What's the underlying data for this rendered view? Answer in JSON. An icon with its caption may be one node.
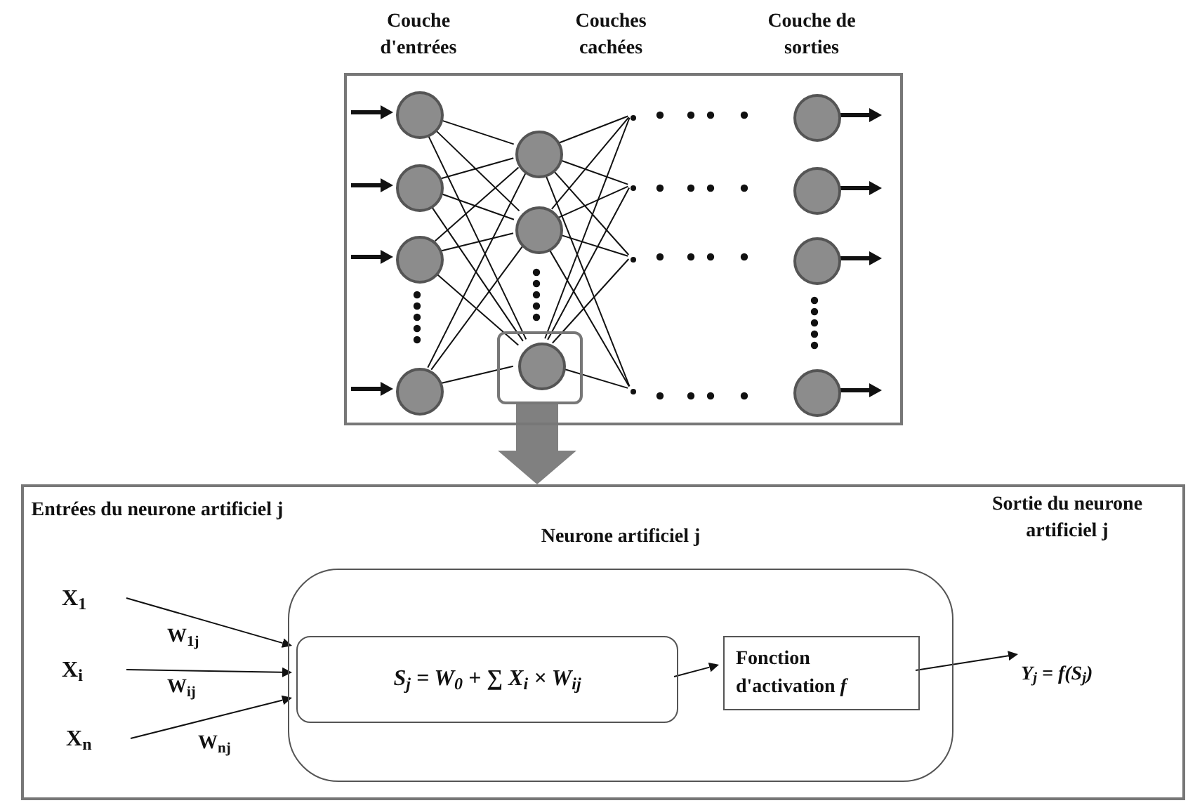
{
  "diagram": {
    "nodes": [
      {
        "text": [],
        "shape": "box"
      },
      {
        "text": [],
        "shape": "circle",
        "in": 0
      },
      {
        "text": [],
        "shape": "circle",
        "in": 0
      },
      {
        "text": [],
        "shape": "circle",
        "in": 0
      },
      {
        "text": [],
        "shape": "circle",
        "in": 0
      },
      {
        "text": [],
        "shape": "circle",
        "in": 0
      },
      {
        "text": [],
        "shape": "circle",
        "in": 0
      },
      {
        "text": [],
        "shape": "box",
        "in": 0
      },
      {
        "text": [],
        "shape": "circle",
        "in": 7
      },
      {
        "text": [],
        "shape": "dot",
        "in": 0
      },
      {
        "text": [],
        "shape": "dot",
        "in": 0
      },
      {
        "text": [],
        "shape": "dot",
        "in": 0
      },
      {
        "text": [],
        "shape": "dot",
        "in": 0
      },
      {
        "text": [],
        "shape": "circle",
        "in": 0
      },
      {
        "text": [],
        "shape": "circle",
        "in": 0
      },
      {
        "text": [],
        "shape": "circle",
        "in": 0
      },
      {
        "text": [],
        "shape": "circle",
        "in": 0
      },
      {
        "text": [],
        "shape": "box"
      },
      {
        "text": [
          "X$_{1}$"
        ],
        "in": 17
      },
      {
        "text": [
          "X$_{i}$"
        ],
        "in": 17
      },
      {
        "text": [
          "X$_{n}$"
        ],
        "in": 17
      },
      {
        "text": [
          "Neurone artificiel  j"
        ],
        "in": 17
      },
      {
        "text": [
          "S$_{j}$ = W$_{0}$ + ∑ X$_{i}$ × W$_{ij}$"
        ],
        "in": 21
      },
      {
        "text": [
          "Fonction d'activation *f*"
        ],
        "in": 21
      },
      {
        "text": [
          "Y$_{j}$ = f(S$_{j}$)"
        ],
        "in": 17
      }
    ],
    "edges": [
      {
        "from": null,
        "to": 1,
        "arrow": "to",
        "style": "thick"
      },
      {
        "from": null,
        "to": 2,
        "arrow": "to",
        "style": "thick"
      },
      {
        "from": null,
        "to": 3,
        "arrow": "to",
        "style": "thick"
      },
      {
        "from": null,
        "to": 4,
        "arrow": "to",
        "style": "thick"
      },
      {
        "from": 1,
        "to": 5,
        "arrow": "none"
      },
      {
        "from": 1,
        "to": 6,
        "arrow": "none"
      },
      {
        "from": 1,
        "to": 8,
        "arrow": "none"
      },
      {
        "from": 2,
        "to": 5,
        "arrow": "none"
      },
      {
        "from": 2,
        "to": 6,
        "arrow": "none"
      },
      {
        "from": 2,
        "to": 8,
        "arrow": "none"
      },
      {
        "from": 3,
        "to": 5,
        "arrow": "none"
      },
      {
        "from": 3,
        "to": 6,
        "arrow": "none"
      },
      {
        "from": 3,
        "to": 8,
        "arrow": "none"
      },
      {
        "from": 4,
        "to": 5,
        "arrow": "none"
      },
      {
        "from": 4,
        "to": 6,
        "arrow": "none"
      },
      {
        "from": 4,
        "to": 8,
        "arrow": "none"
      },
      {
        "from": 5,
        "to": 9,
        "arrow": "none"
      },
      {
        "from": 5,
        "to": 10,
        "arrow": "none"
      },
      {
        "from": 5,
        "to": 11,
        "arrow": "none"
      },
      {
        "from": 5,
        "to": 12,
        "arrow": "none"
      },
      {
        "from": 6,
        "to": 9,
        "arrow": "none"
      },
      {
        "from": 6,
        "to": 10,
        "arrow": "none"
      },
      {
        "from": 6,
        "to": 11,
        "arrow": "none"
      },
      {
        "from": 6,
        "to": 12,
        "arrow": "none"
      },
      {
        "from": 8,
        "to": 9,
        "arrow": "none"
      },
      {
        "from": 8,
        "to": 10,
        "arrow": "none"
      },
      {
        "from": 8,
        "to": 11,
        "arrow": "none"
      },
      {
        "from": 8,
        "to": 12,
        "arrow": "none"
      },
      {
        "from": 13,
        "to": null,
        "arrow": "to",
        "style": "thick"
      },
      {
        "from": 14,
        "to": null,
        "arrow": "to",
        "style": "thick"
      },
      {
        "from": 15,
        "to": null,
        "arrow": "to",
        "style": "thick"
      },
      {
        "from": 16,
        "to": null,
        "arrow": "to",
        "style": "thick"
      },
      {
        "from": 7,
        "to": 17,
        "arrow": "to",
        "style": "thick",
        "color": "#808080"
      },
      {
        "from": 18,
        "to": 22,
        "arrow": "to",
        "label": "W$_{1j}$"
      },
      {
        "from": 19,
        "to": 22,
        "arrow": "to",
        "label": "W$_{ij}$"
      },
      {
        "from": 20,
        "to": 22,
        "arrow": "to",
        "label": "W$_{nj}$"
      },
      {
        "from": 22,
        "to": 23,
        "arrow": "to"
      },
      {
        "from": 23,
        "to": 24,
        "arrow": "to"
      }
    ],
    "labels": [
      "Couche d'entrées",
      "Couches cachées",
      "Couche de sorties",
      "Entrées du neurone artificiel  j",
      "Sortie du neurone artificiel j"
    ]
  }
}
